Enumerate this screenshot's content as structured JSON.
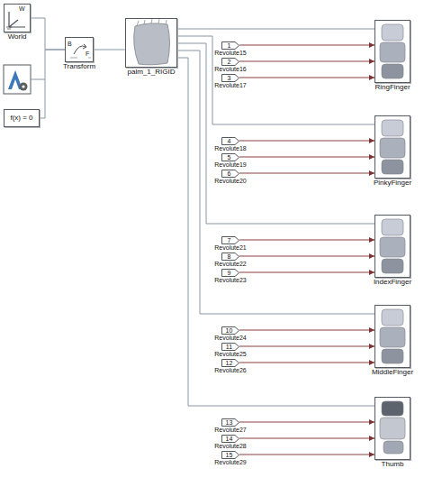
{
  "diagram": {
    "nodes": [
      {
        "text": [
          "World"
        ]
      },
      {
        "text": [
          "f(x) = 0"
        ]
      },
      {
        "text": [
          "Transform"
        ]
      },
      {
        "text": [
          "palm_1_RIGID"
        ]
      },
      {
        "text": [
          "1",
          "Revolute15"
        ]
      },
      {
        "text": [
          "2",
          "Revolute16"
        ]
      },
      {
        "text": [
          "3",
          "Revolute17"
        ]
      },
      {
        "text": [
          "RingFinger"
        ]
      },
      {
        "text": [
          "4",
          "Revolute18"
        ]
      },
      {
        "text": [
          "5",
          "Revolute19"
        ]
      },
      {
        "text": [
          "6",
          "Revolute20"
        ]
      },
      {
        "text": [
          "PinkyFinger"
        ]
      },
      {
        "text": [
          "7",
          "Revolute21"
        ]
      },
      {
        "text": [
          "8",
          "Revolute22"
        ]
      },
      {
        "text": [
          "9",
          "Revolute23"
        ]
      },
      {
        "text": [
          "IndexFinger"
        ]
      },
      {
        "text": [
          "10",
          "Revolute24"
        ]
      },
      {
        "text": [
          "11",
          "Revolute25"
        ]
      },
      {
        "text": [
          "12",
          "Revolute26"
        ]
      },
      {
        "text": [
          "MiddleFinger"
        ]
      },
      {
        "text": [
          "13",
          "Revolute27"
        ]
      },
      {
        "text": [
          "14",
          "Revolute28"
        ]
      },
      {
        "text": [
          "15",
          "Revolute29"
        ]
      },
      {
        "text": [
          "Thumb"
        ]
      }
    ],
    "edges": [
      {
        "from": 0,
        "to": 2,
        "arrow": "none"
      },
      {
        "from": 1,
        "to": 2,
        "arrow": "none"
      },
      {
        "from": 2,
        "to": 3,
        "arrow": "none"
      },
      {
        "from": 3,
        "to": 7,
        "arrow": "none"
      },
      {
        "from": 3,
        "to": 11,
        "arrow": "none"
      },
      {
        "from": 3,
        "to": 15,
        "arrow": "none"
      },
      {
        "from": 3,
        "to": 19,
        "arrow": "none"
      },
      {
        "from": 3,
        "to": 23,
        "arrow": "none"
      },
      {
        "from": 4,
        "to": 7,
        "arrow": "to"
      },
      {
        "from": 5,
        "to": 7,
        "arrow": "to"
      },
      {
        "from": 6,
        "to": 7,
        "arrow": "to"
      },
      {
        "from": 8,
        "to": 11,
        "arrow": "to"
      },
      {
        "from": 9,
        "to": 11,
        "arrow": "to"
      },
      {
        "from": 10,
        "to": 11,
        "arrow": "to"
      },
      {
        "from": 12,
        "to": 15,
        "arrow": "to"
      },
      {
        "from": 13,
        "to": 15,
        "arrow": "to"
      },
      {
        "from": 14,
        "to": 15,
        "arrow": "to"
      },
      {
        "from": 16,
        "to": 19,
        "arrow": "to"
      },
      {
        "from": 17,
        "to": 19,
        "arrow": "to"
      },
      {
        "from": 18,
        "to": 19,
        "arrow": "to"
      },
      {
        "from": 20,
        "to": 23,
        "arrow": "to"
      },
      {
        "from": 21,
        "to": 23,
        "arrow": "to"
      },
      {
        "from": 22,
        "to": 23,
        "arrow": "to"
      }
    ],
    "labels": [
      "W",
      "B",
      "F"
    ]
  }
}
